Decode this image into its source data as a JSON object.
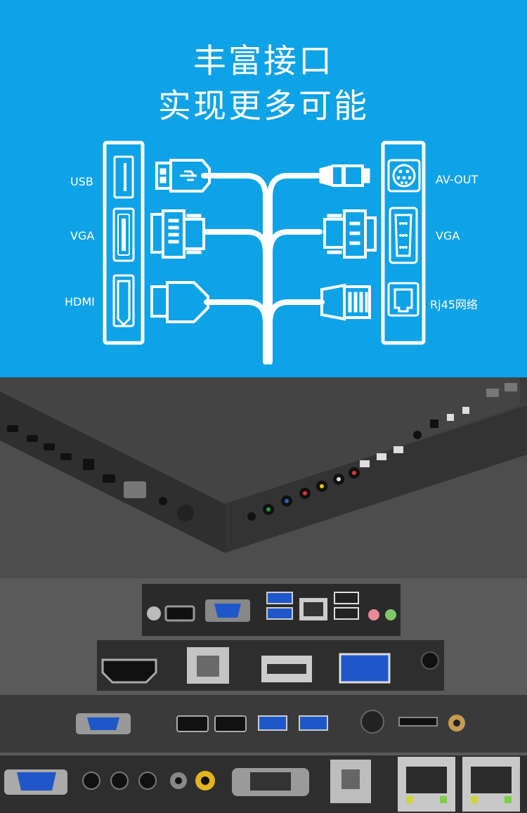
{
  "heading": {
    "line1": "丰富接口",
    "line2": "实现更多可能"
  },
  "ports_left": [
    {
      "label": "USB"
    },
    {
      "label": "VGA"
    },
    {
      "label": "HDMI"
    }
  ],
  "ports_right": [
    {
      "label": "AV-OUT"
    },
    {
      "label": "VGA"
    },
    {
      "label": "Rj45网络"
    }
  ],
  "colors": {
    "banner_blue": "#0ea2e6",
    "icon_white": "#ffffff",
    "panel_dark": "#3f3f3f",
    "port_blue": "#1f57c8"
  }
}
